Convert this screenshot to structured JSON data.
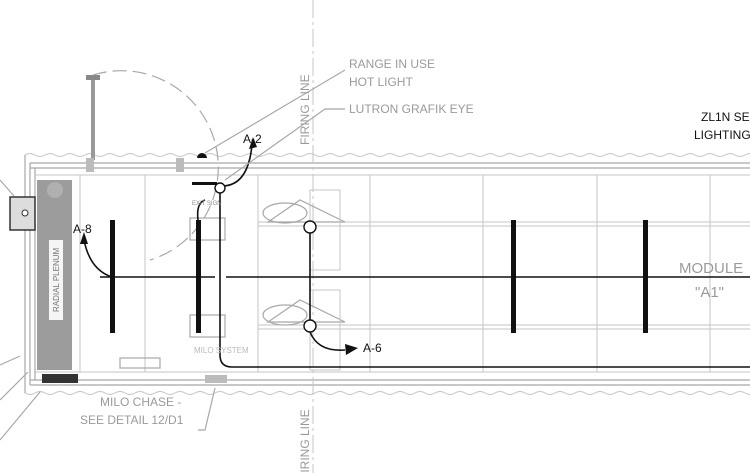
{
  "labels": {
    "range_in_use": "RANGE IN USE",
    "hot_light": "HOT LIGHT",
    "lutron": "LUTRON GRAFIK EYE",
    "zl1n": "ZL1N SE",
    "lighting": "LIGHTING",
    "module": "MODULE",
    "module_id": "\"A1\"",
    "a2": "A-2",
    "a8": "A-8",
    "a6": "A-6",
    "firing_line_top": "FIRING LINE",
    "firing_line_bottom": "FIRING LINE",
    "exit_sign": "EXIT SIGN",
    "milo_system": "MILO SYSTEM",
    "radial_plenum": "RADIAL PLENUM",
    "milo_chase": "MILO CHASE -",
    "see_detail": "SEE DETAIL 12/D1"
  },
  "colors": {
    "linework": "#a8a8a8",
    "circuit": "#111111",
    "plenum": "#9c9c9c"
  }
}
